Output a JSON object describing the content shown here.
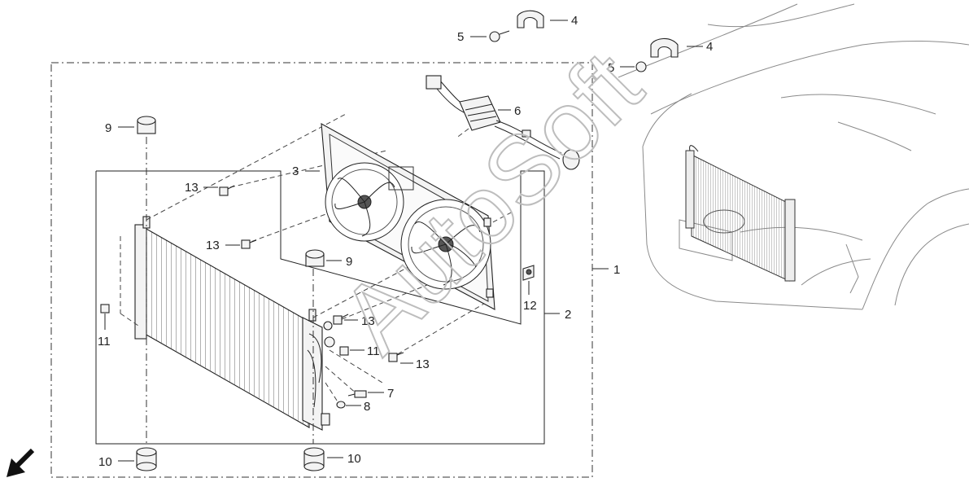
{
  "callouts": [
    {
      "id": "c4a",
      "label": "4"
    },
    {
      "id": "c5a",
      "label": "5"
    },
    {
      "id": "c4b",
      "label": "4"
    },
    {
      "id": "c5b",
      "label": "5"
    },
    {
      "id": "c6",
      "label": "6"
    },
    {
      "id": "c9a",
      "label": "9"
    },
    {
      "id": "c3",
      "label": "3"
    },
    {
      "id": "c13a",
      "label": "13"
    },
    {
      "id": "c13b",
      "label": "13"
    },
    {
      "id": "c9b",
      "label": "9"
    },
    {
      "id": "c1",
      "label": "1"
    },
    {
      "id": "c12",
      "label": "12"
    },
    {
      "id": "c2",
      "label": "2"
    },
    {
      "id": "c11a",
      "label": "11"
    },
    {
      "id": "c13c",
      "label": "13"
    },
    {
      "id": "c11b",
      "label": "11"
    },
    {
      "id": "c13d",
      "label": "13"
    },
    {
      "id": "c7",
      "label": "7"
    },
    {
      "id": "c8",
      "label": "8"
    },
    {
      "id": "c10a",
      "label": "10"
    },
    {
      "id": "c10b",
      "label": "10"
    }
  ],
  "watermark": "AutoSoft"
}
